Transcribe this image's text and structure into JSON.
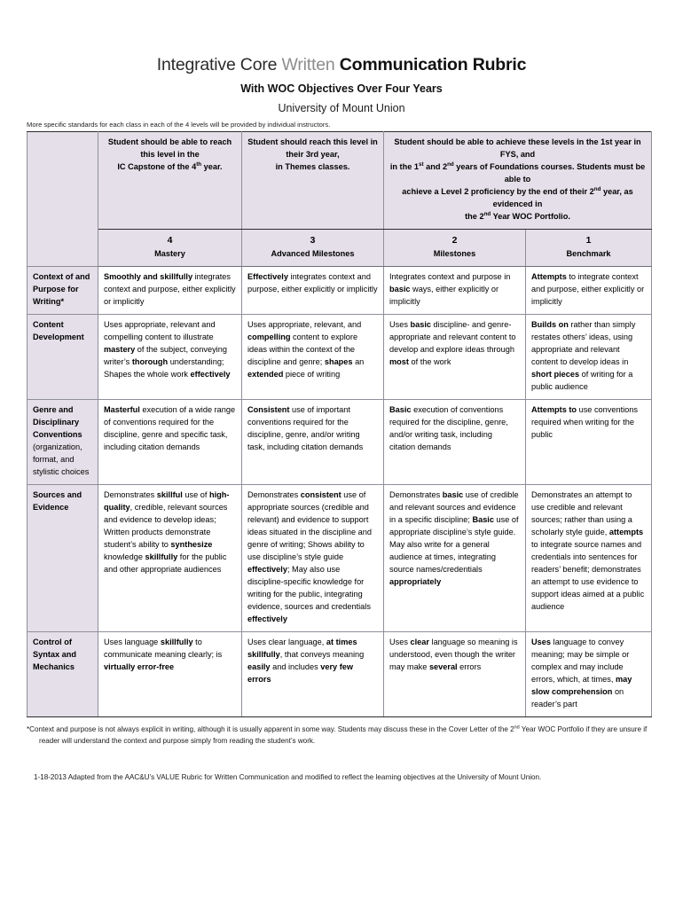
{
  "document": {
    "title_part1": "Integrative Core ",
    "title_part2": "Written ",
    "title_part3": "Communication Rubric",
    "subtitle": "With WOC Objectives Over Four Years",
    "institution": "University of Mount Union",
    "note": "More specific standards for each class in each of the 4 levels will be provided by individual instructors."
  },
  "colors": {
    "header_fill": "#e4dfe9",
    "border": "#8f8f9a",
    "title_gray": "#8d8d8d"
  },
  "table": {
    "corner_label": "",
    "year_headers": [
      {
        "line1": "Student should be able to reach",
        "line2": "this level in the",
        "line3_pre": "IC Capstone of the 4",
        "line3_sup": "th",
        "line3_post": " year."
      },
      {
        "line1": "Student should reach this level in",
        "line2": "their 3rd year,",
        "line3_pre": "in Themes classes.",
        "line3_sup": "",
        "line3_post": ""
      },
      {
        "line1": "Student should be able to achieve these levels in the 1st year in FYS, and",
        "line2_a": "in the 1",
        "line2_sup1": "st",
        "line2_b": " and 2",
        "line2_sup2": "nd",
        "line2_c": " years of Foundations courses.  Students must be able to",
        "line3_a": "achieve a Level 2 proficiency by the end of their 2",
        "line3_sup": "nd",
        "line3_b": " year, as evidenced in",
        "line4_a": "the 2",
        "line4_sup": "nd",
        "line4_b": " Year WOC Portfolio."
      }
    ],
    "levels": [
      {
        "number": "4",
        "name": "Mastery"
      },
      {
        "number": "3",
        "name": "Advanced Milestones"
      },
      {
        "number": "2",
        "name": "Milestones"
      },
      {
        "number": "1",
        "name": "Benchmark"
      }
    ],
    "rows": [
      {
        "criterion": "Context of and Purpose  for Writing*",
        "criterion_sub": "",
        "cells": [
          [
            {
              "t": "Smoothly and skillfully",
              "b": true
            },
            {
              "t": " integrates context and purpose, either explicitly or implicitly",
              "b": false
            }
          ],
          [
            {
              "t": "Effectively",
              "b": true
            },
            {
              "t": " integrates context and purpose, either explicitly or implicitly",
              "b": false
            }
          ],
          [
            {
              "t": "Integrates context and purpose in ",
              "b": false
            },
            {
              "t": "basic",
              "b": true
            },
            {
              "t": " ways, either explicitly or implicitly",
              "b": false
            }
          ],
          [
            {
              "t": "Attempts",
              "b": true
            },
            {
              "t": " to integrate context and purpose, either explicitly or implicitly",
              "b": false
            }
          ]
        ]
      },
      {
        "criterion": "Content Development",
        "criterion_sub": "",
        "cells": [
          [
            {
              "t": "Uses appropriate, relevant and compelling content to illustrate ",
              "b": false
            },
            {
              "t": "mastery",
              "b": true
            },
            {
              "t": " of the subject, conveying writer’s ",
              "b": false
            },
            {
              "t": "thorough",
              "b": true
            },
            {
              "t": " understanding; Shapes the whole work ",
              "b": false
            },
            {
              "t": "effectively",
              "b": true
            }
          ],
          [
            {
              "t": "Uses appropriate, relevant, and ",
              "b": false
            },
            {
              "t": "compelling",
              "b": true
            },
            {
              "t": " content to explore ideas within the context of the  discipline and genre; ",
              "b": false
            },
            {
              "t": "shapes",
              "b": true
            },
            {
              "t": " an ",
              "b": false
            },
            {
              "t": "extended",
              "b": true
            },
            {
              "t": " piece of writing",
              "b": false
            }
          ],
          [
            {
              "t": "Uses ",
              "b": false
            },
            {
              "t": "basic",
              "b": true
            },
            {
              "t": " discipline- and genre-appropriate and relevant content to develop and explore ideas through ",
              "b": false
            },
            {
              "t": "most",
              "b": true
            },
            {
              "t": " of the work",
              "b": false
            }
          ],
          [
            {
              "t": "Builds on",
              "b": true
            },
            {
              "t": " rather than simply restates others’ ideas, using appropriate and relevant content to develop ideas in ",
              "b": false
            },
            {
              "t": "short pieces",
              "b": true
            },
            {
              "t": " of writing for a public audience",
              "b": false
            }
          ]
        ]
      },
      {
        "criterion": "Genre and Disciplinary Conventions",
        "criterion_sub": "(organization, format, and stylistic choices",
        "cells": [
          [
            {
              "t": "Masterful",
              "b": true
            },
            {
              "t": " execution of a wide range of conventions required for the discipline, genre and specific task, including citation demands",
              "b": false
            }
          ],
          [
            {
              "t": "Consistent",
              "b": true
            },
            {
              "t": " use of important conventions required for the discipline, genre,  and/or writing task, including citation demands",
              "b": false
            }
          ],
          [
            {
              "t": "Basic",
              "b": true
            },
            {
              "t": " execution of conventions required for the discipline, genre, and/or writing task, including citation demands",
              "b": false
            }
          ],
          [
            {
              "t": "Attempts to",
              "b": true
            },
            {
              "t": " use conventions required when writing for the public",
              "b": false
            }
          ]
        ]
      },
      {
        "criterion": "Sources and Evidence",
        "criterion_sub": "",
        "cells": [
          [
            {
              "t": "Demonstrates ",
              "b": false
            },
            {
              "t": "skillful",
              "b": true
            },
            {
              "t": " use of ",
              "b": false
            },
            {
              "t": "high-quality",
              "b": true
            },
            {
              "t": ", credible, relevant sources and evidence to develop ideas; Written products demonstrate student’s ability to ",
              "b": false
            },
            {
              "t": "synthesize",
              "b": true
            },
            {
              "t": " knowledge ",
              "b": false
            },
            {
              "t": "skillfully",
              "b": true
            },
            {
              "t": " for the public and other appropriate audiences",
              "b": false
            }
          ],
          [
            {
              "t": "Demonstrates ",
              "b": false
            },
            {
              "t": "consistent",
              "b": true
            },
            {
              "t": " use of appropriate sources (credible and relevant) and evidence to support ideas situated in the discipline and genre of writing; Shows ability to use discipline’s style guide ",
              "b": false
            },
            {
              "t": "effectively",
              "b": true
            },
            {
              "t": "; May also use discipline-specific knowledge for writing for the public, integrating evidence, sources and credentials ",
              "b": false
            },
            {
              "t": "effectively",
              "b": true
            }
          ],
          [
            {
              "t": "Demonstrates ",
              "b": false
            },
            {
              "t": "basic",
              "b": true
            },
            {
              "t": " use of credible and relevant sources and evidence in a specific discipline; ",
              "b": false
            },
            {
              "t": "Basic",
              "b": true
            },
            {
              "t": " use of appropriate discipline’s style guide. May also write for a general audience at times, integrating source names/credentials ",
              "b": false
            },
            {
              "t": "appropriately",
              "b": true
            }
          ],
          [
            {
              "t": "Demonstrates an attempt to use credible and relevant sources; rather than using a scholarly style guide, ",
              "b": false
            },
            {
              "t": "attempts",
              "b": true
            },
            {
              "t": " to integrate source names and credentials into sentences for readers’ benefit; demonstrates an attempt to use evidence to support ideas aimed at a public audience",
              "b": false
            }
          ]
        ]
      },
      {
        "criterion": "Control of Syntax and Mechanics",
        "criterion_sub": "",
        "cells": [
          [
            {
              "t": "Uses language ",
              "b": false
            },
            {
              "t": "skillfully",
              "b": true
            },
            {
              "t": " to communicate meaning clearly; is ",
              "b": false
            },
            {
              "t": "virtually error-free",
              "b": true
            }
          ],
          [
            {
              "t": "Uses clear language, ",
              "b": false
            },
            {
              "t": "at times skillfully",
              "b": true
            },
            {
              "t": ", that conveys meaning ",
              "b": false
            },
            {
              "t": "easily",
              "b": true
            },
            {
              "t": " and includes ",
              "b": false
            },
            {
              "t": "very few errors",
              "b": true
            }
          ],
          [
            {
              "t": "Uses ",
              "b": false
            },
            {
              "t": "clear",
              "b": true
            },
            {
              "t": " language so meaning is understood, even though the writer may make ",
              "b": false
            },
            {
              "t": "several",
              "b": true
            },
            {
              "t": " errors",
              "b": false
            }
          ],
          [
            {
              "t": "Uses",
              "b": true
            },
            {
              "t": " language to convey meaning; may be simple or complex and may include errors, which, at times, ",
              "b": false
            },
            {
              "t": "may slow comprehension",
              "b": true
            },
            {
              "t": " on reader’s part",
              "b": false
            }
          ]
        ]
      }
    ]
  },
  "footnotes": {
    "asterisk_a": "*Context and purpose is not always explicit in writing, although it is usually apparent in some way. Students may discuss these in the Cover Letter of the 2",
    "asterisk_sup": "nd",
    "asterisk_b": " Year WOC Portfolio if they are unsure if",
    "asterisk_line2": "reader will understand the context and purpose simply from reading the student’s work.",
    "credit": "1-18-2013  Adapted from the AAC&U’s VALUE Rubric for Written Communication and modified to reflect the learning objectives at the University of Mount Union."
  }
}
